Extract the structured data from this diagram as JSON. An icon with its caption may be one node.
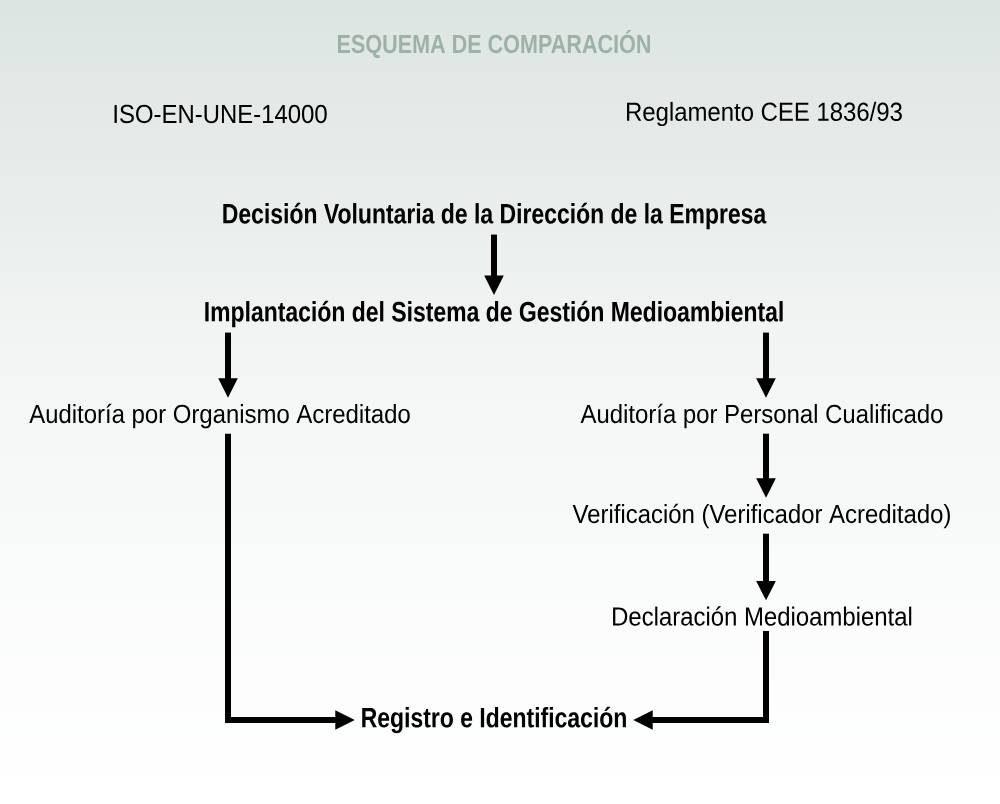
{
  "diagram": {
    "title": "ESQUEMA DE COMPARACIÓN",
    "nodes": [
      {
        "text": [
          "Decisión Voluntaria de la Dirección de la Empresa"
        ]
      },
      {
        "text": [
          "Implantación del Sistema de Gestión Medioambiental"
        ]
      },
      {
        "text": [
          "Auditoría por Organismo Acreditado"
        ]
      },
      {
        "text": [
          "Auditoría por Personal Cualificado"
        ]
      },
      {
        "text": [
          "Verificación (Verificador Acreditado)"
        ]
      },
      {
        "text": [
          "Declaración Medioambiental"
        ]
      },
      {
        "text": [
          "Registro e Identificación"
        ]
      }
    ],
    "edges": [
      {
        "from": 0,
        "to": 1,
        "arrow": "to"
      },
      {
        "from": 1,
        "to": 2,
        "arrow": "to"
      },
      {
        "from": 1,
        "to": 3,
        "arrow": "to"
      },
      {
        "from": 3,
        "to": 4,
        "arrow": "to"
      },
      {
        "from": 4,
        "to": 5,
        "arrow": "to"
      },
      {
        "from": 2,
        "to": 6,
        "arrow": "to"
      },
      {
        "from": 5,
        "to": 6,
        "arrow": "to"
      }
    ],
    "labels": [
      "ISO-EN-UNE-14000",
      "Reglamento CEE 1836/93"
    ]
  }
}
